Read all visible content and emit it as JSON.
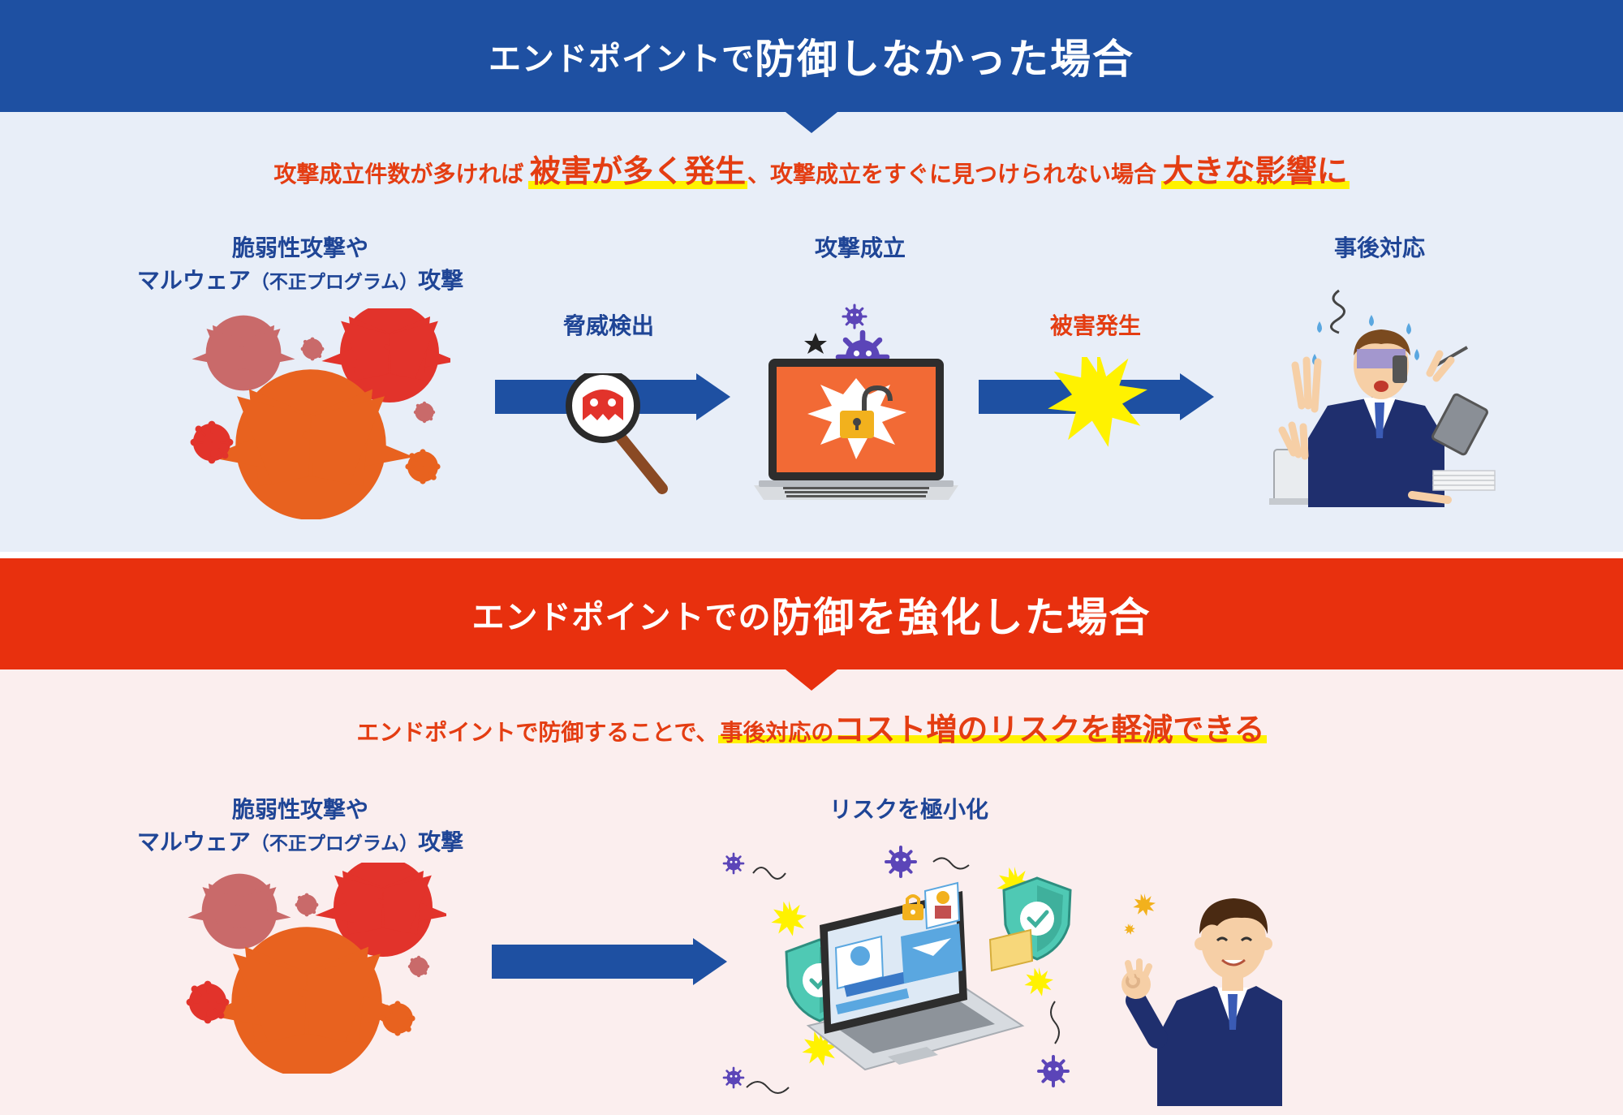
{
  "top": {
    "banner": {
      "prefix": "エンドポイントで",
      "emphasis": "防御しなかった場合"
    },
    "headline": {
      "part1": "攻撃成立件数が多ければ",
      "part2": "被害が多く発生",
      "part3": "、攻撃成立をすぐに見つけられない場合",
      "part4": "大きな影響に"
    },
    "attack_label": {
      "line1": "脆弱性攻撃や",
      "line2_a": "マルウェア",
      "line2_paren": "（不正プログラム）",
      "line2_b": "攻撃"
    },
    "detect_label": "脅威検出",
    "success_label": "攻撃成立",
    "damage_label": "被害発生",
    "response_label": "事後対応"
  },
  "bottom": {
    "banner": {
      "prefix": "エンドポイントでの",
      "emphasis": "防御を強化した場合"
    },
    "headline": {
      "part1": "エンドポイントで防御することで、",
      "part2": "事後対応の",
      "part3": "コスト増のリスクを軽減できる"
    },
    "attack_label": {
      "line1": "脆弱性攻撃や",
      "line2_a": "マルウェア",
      "line2_paren": "（不正プログラム）",
      "line2_b": "攻撃"
    },
    "minimize_label": "リスクを極小化"
  },
  "colors": {
    "blue": "#1e50a2",
    "red": "#e8300e",
    "highlight": "#fff200",
    "virus_orange": "#e8621f",
    "virus_red": "#e2332b",
    "virus_pink": "#c96a6a"
  },
  "icons": [
    "virus-cluster-icon",
    "magnifier-icon",
    "laptop-unlocked-icon",
    "burst-icon",
    "panicked-businessman-icon",
    "secure-laptop-icon",
    "shield-check-icon",
    "ok-businessman-icon"
  ]
}
